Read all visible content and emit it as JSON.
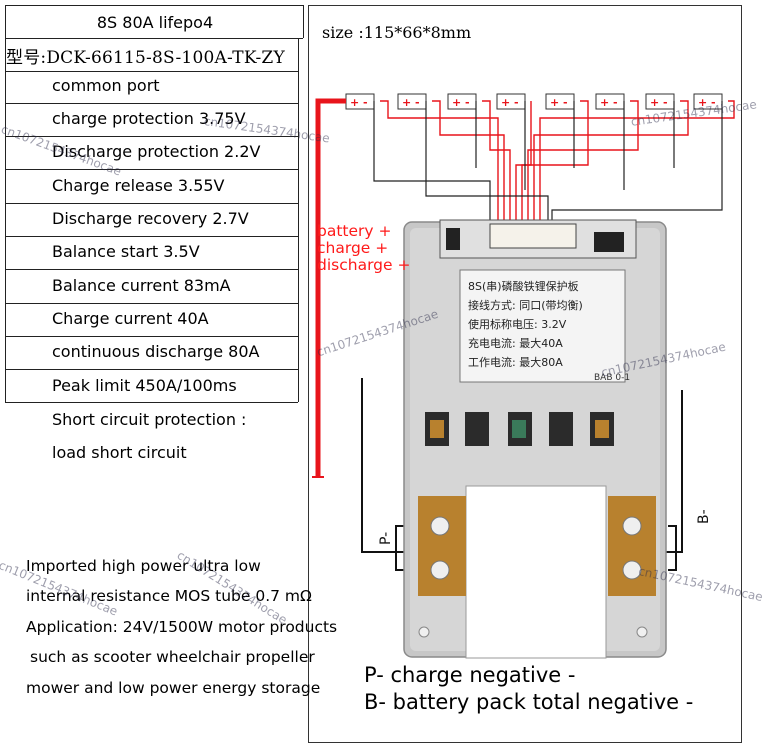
{
  "spec_table": {
    "title": "8S 80A lifepo4",
    "model": "型号:DCK-66115-8S-100A-TK-ZY",
    "rows": [
      "common port",
      "charge protection 3.75V",
      "Discharge protection 2.2V",
      "Charge release 3.55V",
      "Discharge recovery 2.7V",
      "Balance start 3.5V",
      "Balance current 83mA",
      "Charge current 40A",
      "continuous discharge 80A",
      "Peak limit 450A/100ms",
      "Short circuit protection :",
      "load short circuit"
    ]
  },
  "diagram": {
    "size_label": "size :115*66*8mm",
    "cell_labels": [
      "+ -",
      "+ -",
      "+ -",
      "+ -",
      "+ -",
      "+ -",
      "+ -",
      "+ -"
    ],
    "red_wire_labels": [
      "battery +",
      "charge +",
      "discharge +"
    ],
    "board_label_lines": [
      "8S(串)磷酸铁锂保护板",
      "接线方式: 同口(带均衡)",
      "使用标称电压: 3.2V",
      "充电电流: 最大40A",
      "工作电流: 最大80A"
    ],
    "board_code": "BAB 0-1",
    "left_terminal_label": "P-",
    "right_terminal_label": "B-",
    "legend": [
      "P-  charge negative -",
      "B- battery pack total negative -"
    ],
    "colors": {
      "red_wire": "#e8141b",
      "black_wire": "#111111",
      "board": "#c7c7c7",
      "pcb": "#b8812e"
    }
  },
  "description": [
    "Imported high power ultra low",
    "internal resistance MOS tube 0.7 mΩ",
    "Application: 24V/1500W motor products",
    "such as scooter wheelchair propeller",
    "mower and low power energy storage"
  ],
  "watermarks": [
    "cn1072154374hocae",
    "cn1072154374hocae",
    "cn1072154374hocae",
    "cn1072154374hocae",
    "cn1072154374hocae",
    "cn1072154374hocae",
    "cn1072154374hocae",
    "cn1072154374hocae"
  ]
}
